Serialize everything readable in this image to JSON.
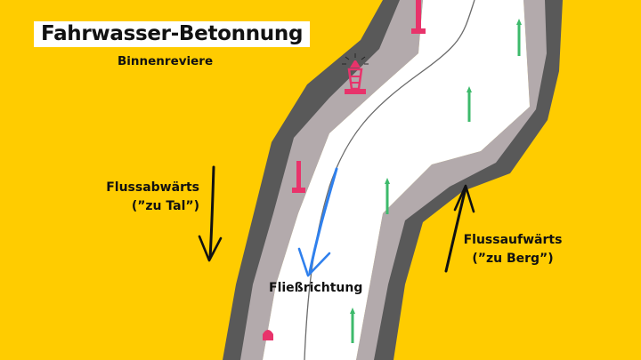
{
  "diagram": {
    "title": "Fahrwasser-Betonnung",
    "subtitle": "Binnenreviere",
    "downstream": {
      "line1": "Flussabwärts",
      "line2": "(”zu Tal”)"
    },
    "upstream": {
      "line1": "Flussaufwärts",
      "line2": "(”zu Berg”)"
    },
    "flow_label": "Fließrichtung"
  },
  "colors": {
    "background": "#ffcc00",
    "river": "#ffffff",
    "bank_light": "#b3aaac",
    "bank_dark": "#595959",
    "red_marker": "#e8336b",
    "green_marker": "#3dba6b",
    "flow_arrow": "#2f80ed",
    "direction_arrow": "#111111"
  },
  "icons": {
    "red_markers": [
      "red-spar-buoy-icon",
      "red-light-beacon-icon",
      "red-spar-buoy-icon",
      "red-can-buoy-icon"
    ],
    "green_markers": [
      "green-pole-icon",
      "green-pole-icon",
      "green-pole-icon",
      "green-pole-icon"
    ]
  }
}
